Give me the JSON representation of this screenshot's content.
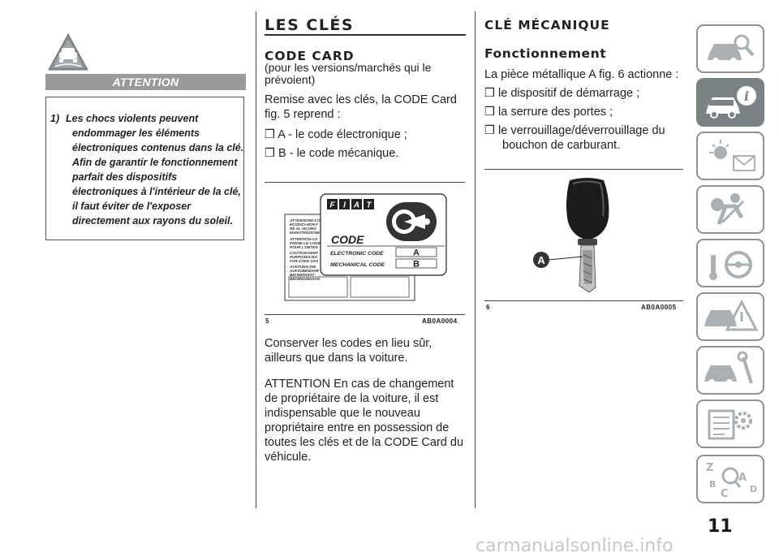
{
  "warning": {
    "title": "ATTENTION",
    "item_number": "1)",
    "item_text": "Les chocs violents peuvent endommager les éléments électroniques contenus dans la clé. Afin de garantir le fonctionnement parfait des dispositifs électroniques à l'intérieur de la clé, il faut éviter de l'exposer directement aux rayons du soleil."
  },
  "column1": {
    "heading": "LES CLÉS",
    "subheading": "CODE CARD",
    "subnote": "(pour les versions/marchés qui le prévoient)",
    "intro": "Remise avec les clés, la CODE Card fig. 5 reprend :",
    "bullets": [
      "A - le code électronique ;",
      "B - le code mécanique."
    ],
    "figure": {
      "number": "5",
      "code": "AB0A0004",
      "brand": "FIAT",
      "card_title": "CODE",
      "row1_label": "ELECTRONIC CODE",
      "row1_value": "A",
      "row2_label": "MECHANICAL CODE",
      "row2_value": "B",
      "back_lines": [
        "ATTENZIONE-CO",
        "ECODICI-NON F",
        "RE AL SICURO",
        "MANUTENZIONE",
        "ATTENTION-CO",
        "PANNE-LE CODE",
        "POUR L'OBTEN",
        "CAUTION-KEEP",
        "PURPOSES-NO",
        "FOR CODE USA",
        "ACHTUNG-DIE",
        "AUFZUBEWAHR",
        "BEI REPARAT",
        "BEDIENUNGSAN"
      ]
    },
    "para1": "Conserver les codes en lieu sûr, ailleurs que dans la voiture.",
    "para2": "ATTENTION En cas de changement de propriétaire de la voiture, il est indispensable que le nouveau propriétaire entre en possession de toutes les clés et de la CODE Card du véhicule."
  },
  "column2": {
    "heading": "CLÉ MÉCANIQUE",
    "subheading": "Fonctionnement",
    "intro": "La pièce métallique A fig. 6 actionne :",
    "bullets": [
      "le dispositif de démarrage ;",
      "la serrure des portes ;",
      "le verrouillage/déverrouillage du bouchon de carburant."
    ],
    "bullet_mark": "❒",
    "figure": {
      "number": "6",
      "code": "AB0A0005",
      "callout": "A"
    }
  },
  "side_tabs": [
    {
      "icon": "car-search-icon",
      "active": false
    },
    {
      "icon": "car-info-icon",
      "active": true
    },
    {
      "icon": "warning-light-icon",
      "active": false
    },
    {
      "icon": "airbag-seat-icon",
      "active": false
    },
    {
      "icon": "steering-wheel-icon",
      "active": false
    },
    {
      "icon": "car-warning-triangle-icon",
      "active": false
    },
    {
      "icon": "car-wrench-icon",
      "active": false
    },
    {
      "icon": "specs-gear-icon",
      "active": false
    },
    {
      "icon": "index-letters-icon",
      "active": false
    }
  ],
  "page_number": "11",
  "watermark": "carmanualsonline.info",
  "colors": {
    "tab_border": "#8c9296",
    "tab_active": "#7a8286",
    "att_bar": "#9a9a9a"
  }
}
